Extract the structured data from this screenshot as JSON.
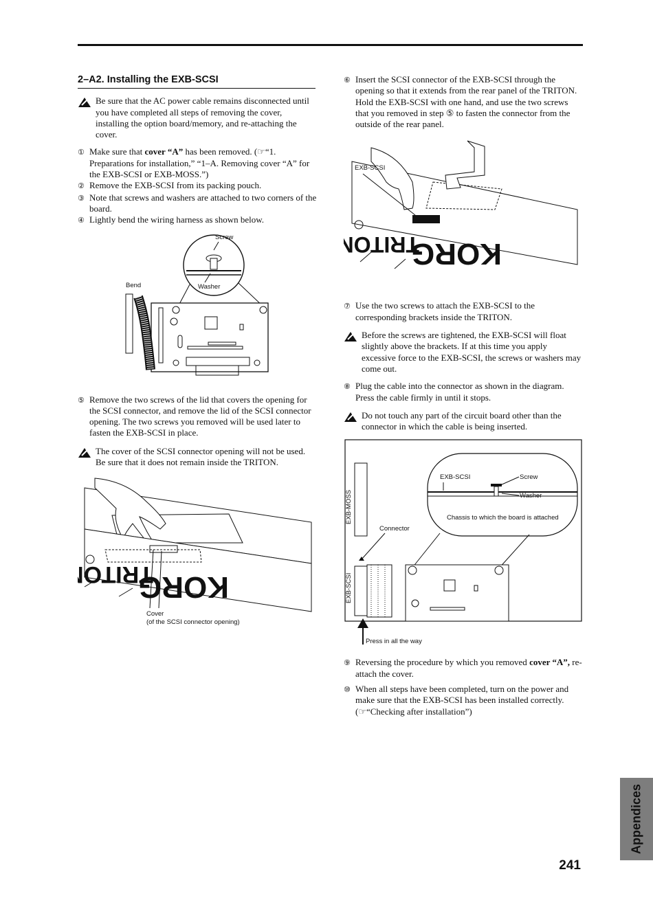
{
  "section": {
    "title": "2–A2. Installing the EXB-SCSI"
  },
  "left": {
    "note1": "Be sure that the AC power cable remains disconnected until you have completed all steps of removing the cover, installing the option board/memory, and re-attaching the cover.",
    "steps": [
      {
        "num": "①",
        "pre": "Make sure that ",
        "bold": "cover “A”",
        "post": " has been removed. (☞“1. Preparations for installation,” “1–A. Removing cover “A” for the EXB-SCSI or EXB-MOSS.”)"
      },
      {
        "num": "②",
        "text": "Remove the EXB-SCSI from its packing pouch."
      },
      {
        "num": "③",
        "text": "Note that screws and washers are attached to two corners of the board."
      },
      {
        "num": "④",
        "text": "Lightly bend the wiring harness as shown below."
      }
    ],
    "fig1": {
      "screw": "Screw",
      "washer": "Washer",
      "bend": "Bend"
    },
    "step5": {
      "num": "⑤",
      "text": "Remove the two screws of the lid that covers the opening for the SCSI connector, and remove the lid of the SCSI connector opening. The two screws you removed will be used later to fasten the EXB-SCSI in place."
    },
    "note2": "The cover of the SCSI connector opening will not be used. Be sure that it does not remain inside the TRITON.",
    "fig2": {
      "cover": "Cover",
      "cover_sub": "(of the SCSI connector opening)"
    }
  },
  "right": {
    "step6": {
      "num": "⑥",
      "text": "Insert the SCSI connector of the EXB-SCSI through the opening so that it extends from the rear panel of the TRITON. Hold the EXB-SCSI with one hand, and use the two screws that you removed in step ⑤ to fasten the connector from the outside of the rear panel."
    },
    "fig3": {
      "label": "EXB-SCSI"
    },
    "step7": {
      "num": "⑦",
      "text": "Use the two screws to attach the EXB-SCSI to the corresponding brackets inside the TRITON."
    },
    "note3": "Before the screws are tightened, the EXB-SCSI will float slightly above the brackets. If at this time you apply excessive force to the EXB-SCSI, the screws or washers may come out.",
    "step8": {
      "num": "⑧",
      "text": "Plug the cable into the connector as shown in the diagram. Press the cable firmly in until it stops."
    },
    "note4": "Do not touch any part of the circuit board other than the connector in which the cable is being inserted.",
    "fig4": {
      "exbscsi": "EXB-SCSI",
      "screw": "Screw",
      "washer": "Washer",
      "chassis": "Chassis to which the board is attached",
      "connector": "Connector",
      "exbmoss_slot": "EXB-MOSS",
      "exbscsi_slot": "EXB-SCSI",
      "press": "Press in all the way"
    },
    "step9": {
      "num": "⑨",
      "pre": "Reversing the procedure by which you removed ",
      "bold": "cover “A”,",
      "post": " re-attach the cover."
    },
    "step10": {
      "num": "⑩",
      "text": "When all steps have been completed, turn on the power and make sure that the EXB-SCSI has been installed correctly. (☞“Checking after installation”)"
    }
  },
  "tab": "Appendices",
  "page_number": "241"
}
